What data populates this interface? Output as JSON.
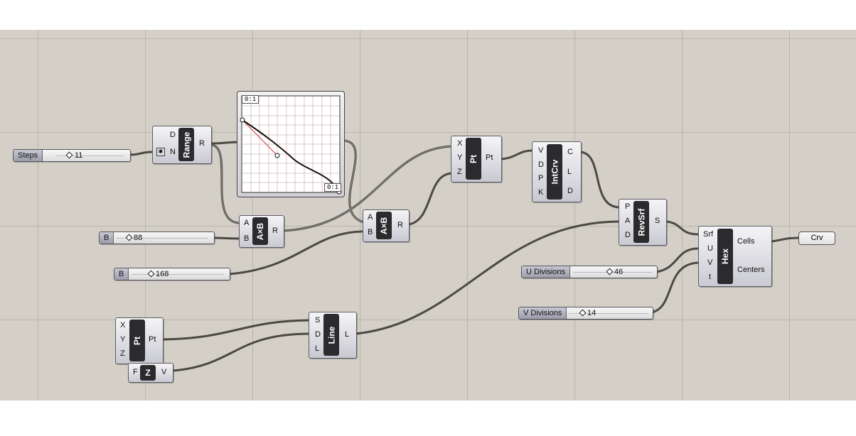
{
  "sliders": {
    "steps": {
      "label": "Steps",
      "value": "11"
    },
    "b1": {
      "label": "B",
      "value": "88"
    },
    "b2": {
      "label": "B",
      "value": "168"
    },
    "u_div": {
      "label": "U Divisions",
      "value": "46"
    },
    "v_div": {
      "label": "V Divisions",
      "value": "14"
    }
  },
  "range": {
    "name": "Range",
    "inputs": [
      "D",
      "N"
    ],
    "outputs": [
      "R"
    ]
  },
  "graph_mapper": {
    "tag_top": "0:1",
    "tag_bottom": "0:1"
  },
  "mult1": {
    "name": "A×B",
    "inputs": [
      "A",
      "B"
    ],
    "outputs": [
      "R"
    ]
  },
  "mult2": {
    "name": "A×B",
    "inputs": [
      "A",
      "B"
    ],
    "outputs": [
      "R"
    ]
  },
  "pt_top": {
    "name": "Pt",
    "inputs": [
      "X",
      "Y",
      "Z"
    ],
    "outputs": [
      "Pt"
    ]
  },
  "intcrv": {
    "name": "IntCrv",
    "inputs": [
      "V",
      "D",
      "P",
      "K"
    ],
    "outputs": [
      "C",
      "L",
      "D"
    ]
  },
  "revsrf": {
    "name": "RevSrf",
    "inputs": [
      "P",
      "A",
      "D"
    ],
    "outputs": [
      "S"
    ]
  },
  "hex": {
    "name": "Hex",
    "inputs": [
      "Srf",
      "U",
      "V",
      "t"
    ],
    "outputs": [
      "Cells",
      "Centers"
    ]
  },
  "crv_param": {
    "name": "Crv"
  },
  "pt_bottom": {
    "name": "Pt",
    "inputs": [
      "X",
      "Y",
      "Z"
    ],
    "outputs": [
      "Pt"
    ]
  },
  "zvec": {
    "name": "Z",
    "inputs": [
      "F"
    ],
    "outputs": [
      "V"
    ]
  },
  "line": {
    "name": "Line",
    "inputs": [
      "S",
      "D",
      "L"
    ],
    "outputs": [
      "L"
    ]
  }
}
